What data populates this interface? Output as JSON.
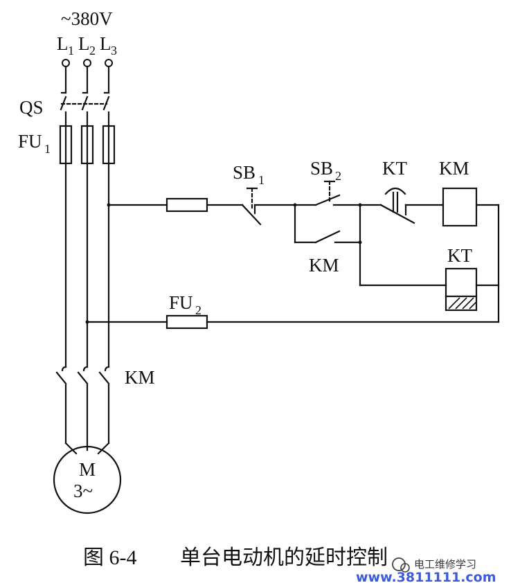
{
  "supply": {
    "voltage": "~380V",
    "phases": [
      "L",
      "L",
      "L"
    ],
    "phase_subs": [
      "1",
      "2",
      "3"
    ]
  },
  "labels": {
    "qs": "QS",
    "fu1_main": "FU",
    "fu1_sub": "1",
    "sb1_main": "SB",
    "sb1_sub": "1",
    "sb2_main": "SB",
    "sb2_sub": "2",
    "kt_contact": "KT",
    "km_coil": "KM",
    "kt_coil": "KT",
    "km_aux": "KM",
    "fu2_main": "FU",
    "fu2_sub": "2",
    "km_main": "KM",
    "motor_line1": "M",
    "motor_line2": "3~"
  },
  "caption": {
    "figure_number": "图 6-4",
    "title": "单台电动机的延时控制"
  },
  "watermark": {
    "top_text": "电工维修学习",
    "url": "www.3811111.com"
  }
}
